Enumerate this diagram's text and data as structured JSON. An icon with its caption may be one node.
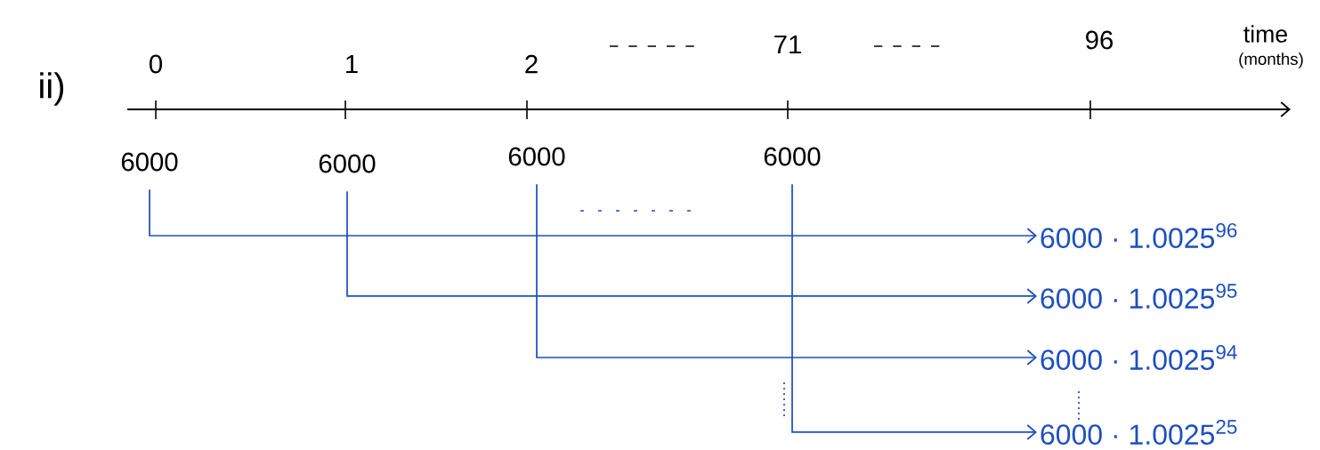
{
  "diagram": {
    "nodes": [
      {
        "text": [
          "6000"
        ]
      },
      {
        "text": [
          "6000"
        ]
      },
      {
        "text": [
          "6000"
        ]
      },
      {
        "text": [
          "6000"
        ]
      },
      {
        "text": [
          "6000 · 1.0025$^{96}$"
        ]
      },
      {
        "text": [
          "6000 · 1.0025$^{95}$"
        ]
      },
      {
        "text": [
          "6000 · 1.0025$^{94}$"
        ]
      },
      {
        "text": [
          "6000 · 1.0025$^{25}$"
        ]
      }
    ],
    "edges": [
      {
        "from": 0,
        "to": 4,
        "arrow": "to",
        "color": "#1f4fbf"
      },
      {
        "from": 1,
        "to": 5,
        "arrow": "to",
        "color": "#1f4fbf"
      },
      {
        "from": 2,
        "to": 6,
        "arrow": "to",
        "color": "#1f4fbf"
      },
      {
        "from": 3,
        "to": 7,
        "arrow": "to",
        "color": "#1f4fbf"
      }
    ],
    "labels": [
      "ii)",
      "0",
      "1",
      "2",
      "71",
      "96",
      "time",
      "(months)"
    ]
  }
}
